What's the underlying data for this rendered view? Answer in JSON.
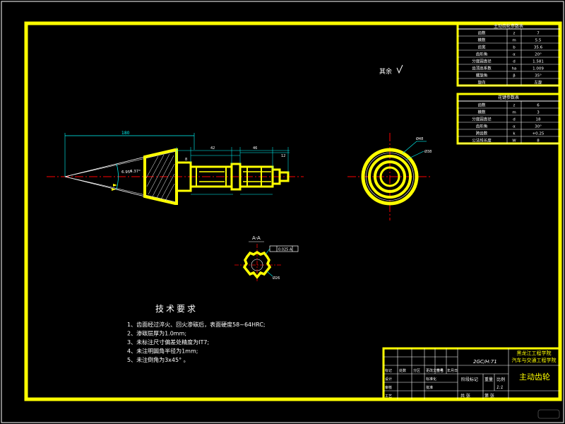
{
  "colors": {
    "background": "#000000",
    "border": "#ffff00",
    "outline": "#ffffff",
    "dimension": "#00ffff",
    "centerline": "#ff0000"
  },
  "drawing": {
    "surface_note": "其余 ",
    "title": "主动齿轮",
    "drawing_no": "2GC/H:71",
    "school_line1": "黑龙江工程学院",
    "school_line2": "汽车与交通工程学院",
    "scale": "1:1",
    "section_label": "A-A"
  },
  "tech_requirements": {
    "heading": "技术要求",
    "items": [
      "1、齿面经过淬火、回火渗碳后，表面硬度58~64HRC;",
      "2、渗碳层厚为1.0mm;",
      "3、未标注尺寸偏差处精度为IT7;",
      "4、未注明圆角半径为1mm;",
      "5、未注倒角为3x45° 。"
    ]
  },
  "param_table_1": {
    "rows": [
      {
        "name": "齿数",
        "symbol": "z",
        "value": "7"
      },
      {
        "name": "模数",
        "symbol": "m",
        "value": "5.5"
      },
      {
        "name": "齿宽",
        "symbol": "b",
        "value": "35.6"
      },
      {
        "name": "齿形角",
        "symbol": "α",
        "value": "20°"
      },
      {
        "name": "分度圆直径",
        "symbol": "d",
        "value": "1.581"
      },
      {
        "name": "齿顶高系数",
        "symbol": "ha",
        "value": "1.009"
      },
      {
        "name": "螺旋角",
        "symbol": "β",
        "value": "35°"
      },
      {
        "name": "旋向",
        "symbol": "",
        "value": "左旋"
      }
    ]
  },
  "param_table_2": {
    "rows": [
      {
        "name": "齿数",
        "symbol": "z",
        "value": "6"
      },
      {
        "name": "模数",
        "symbol": "m",
        "value": "3"
      },
      {
        "name": "分度圆直径",
        "symbol": "d",
        "value": "18"
      },
      {
        "name": "齿形角",
        "symbol": "α",
        "value": "30°"
      },
      {
        "name": "跨齿数",
        "symbol": "k",
        "value": "+0.25"
      },
      {
        "name": "公法线长度",
        "symbol": "W",
        "value": "8"
      }
    ]
  },
  "title_block": {
    "row_labels": [
      "标记",
      "处数",
      "分区",
      "更改文件号",
      "签名",
      "年月日"
    ],
    "left_labels": [
      "设计",
      "审核",
      "工艺"
    ],
    "mid_labels": [
      "标准化",
      "批准"
    ],
    "stage_label": "阶段标记",
    "weight_label": "重量",
    "ratio_label": "比例",
    "sheet_label": "共  张",
    "sheet_label2": "第  张"
  },
  "dims": {
    "overall_length": "180",
    "angle_1": "6.95°",
    "angle_2": "6.37°",
    "phi_outer": "Ø48",
    "phi_inner": "Ø38",
    "tol_box": "0.025 A",
    "phi_small": "Ø26"
  }
}
